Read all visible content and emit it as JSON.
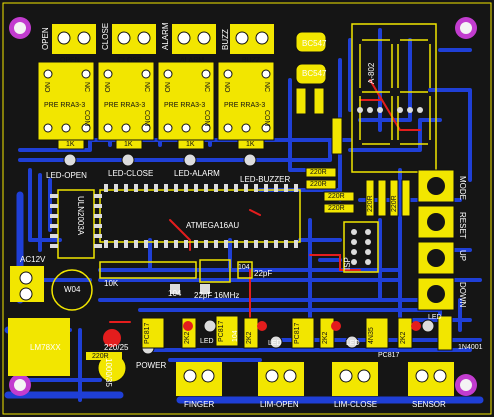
{
  "board": {
    "colors": {
      "background": "#151515",
      "trace": "#1f3fd6",
      "silk": "#f2e600",
      "pad": "#d8d8d8",
      "mount": "#c23ccf",
      "red_trace": "#e41d1d"
    }
  },
  "relays": [
    {
      "top_label": "OPEN",
      "name": "OPEN",
      "resistor": "1K",
      "led": "LED-OPEN"
    },
    {
      "top_label": "CLOSE",
      "name": "CLOSE",
      "resistor": "1K",
      "led": "LED-CLOSE"
    },
    {
      "top_label": "ALARM",
      "name": "ALARM",
      "resistor": "1K",
      "led": "LED-ALARM"
    },
    {
      "top_label": "BUZZ",
      "name": "BUZZ",
      "resistor": "1K",
      "led": "LED-BUZZER"
    }
  ],
  "relay_pins": {
    "no": "NO",
    "nc": "NC",
    "com": "COM",
    "part": "PRE RRA3-3"
  },
  "transistors": [
    "BC547",
    "BC547"
  ],
  "resistor_arrays": {
    "r_a": "220R",
    "r_b": "220R",
    "r_c": "220R",
    "r_d": "220R",
    "r_e": "220R",
    "r_f": "220R"
  },
  "display": {
    "label": "A-802"
  },
  "mcu": {
    "label": "ATMEGA16AU"
  },
  "driver": {
    "label": "ULN2003A"
  },
  "power": {
    "ac": "AC12V",
    "bridge": "W04",
    "regulator": "LM78XX",
    "cap": "1000/35",
    "cap2": "220/25",
    "res": "220R",
    "led": "POWER"
  },
  "crystal": {
    "c1": "22pF",
    "c2": "22pF",
    "freq": "16MHz",
    "r": "10K",
    "cap": "104",
    "cap2": "104"
  },
  "isp": {
    "label": "ISP"
  },
  "buttons": [
    {
      "label": "MODE"
    },
    {
      "label": "RESET"
    },
    {
      "label": "UP"
    },
    {
      "label": "DOWN"
    }
  ],
  "inputs": [
    {
      "label": "FINGER"
    },
    {
      "label": "LIM-OPEN"
    },
    {
      "label": "LIM-CLOSE"
    },
    {
      "label": "SENSOR"
    }
  ],
  "small_parts": {
    "diode": "1N4001",
    "pc817": "PC817",
    "led": "LED",
    "k2": "2K2",
    "r104": "104",
    "r4n": "4N35",
    "led2": "LED"
  }
}
